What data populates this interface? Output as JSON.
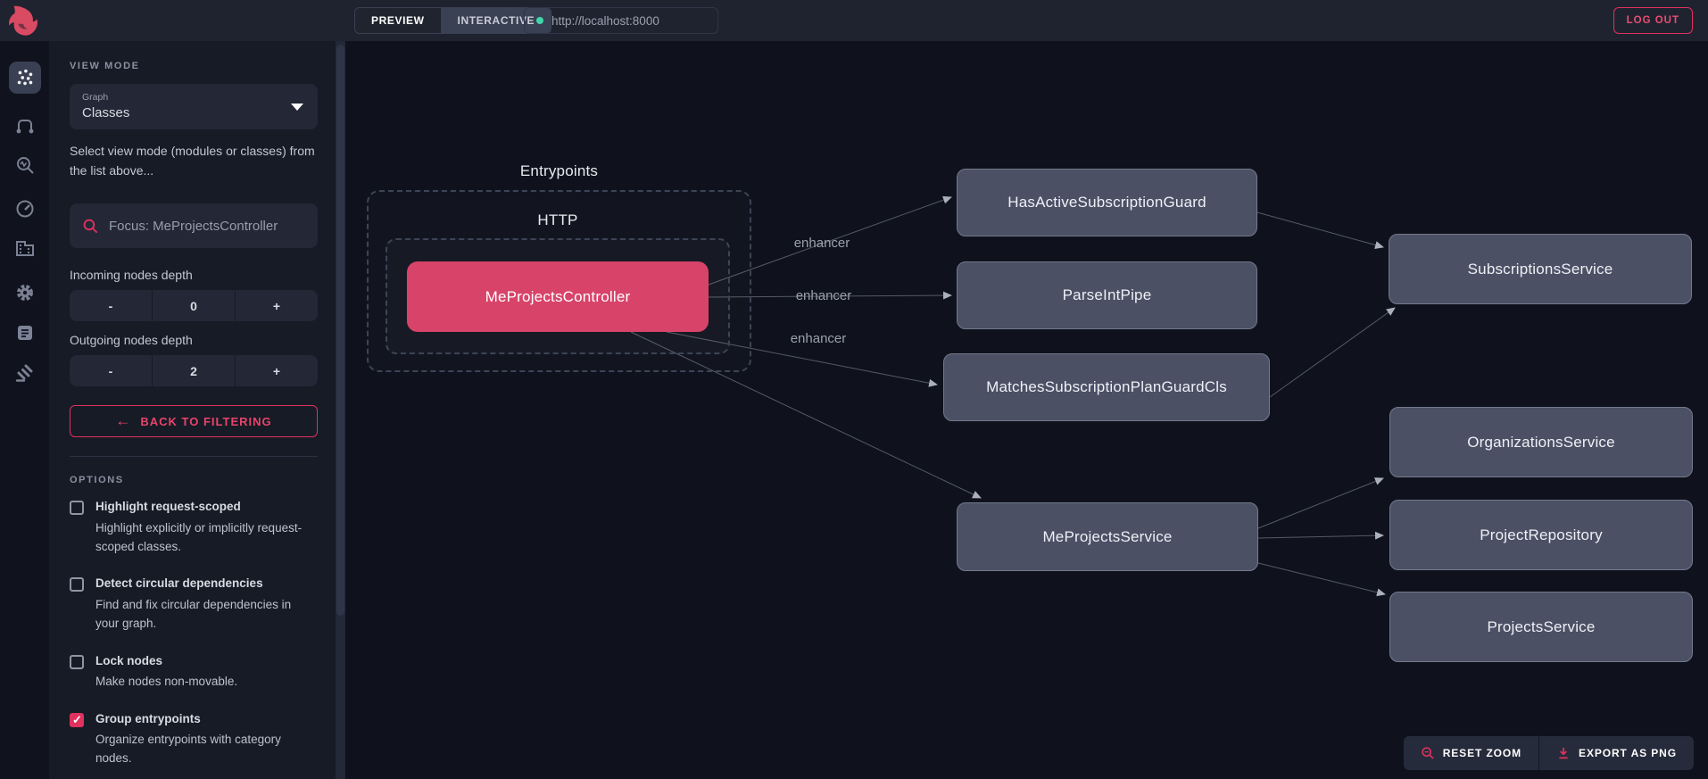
{
  "topbar": {
    "tabs": [
      {
        "label": "PREVIEW",
        "active": false
      },
      {
        "label": "INTERACTIVE",
        "active": true
      }
    ],
    "url": "http://localhost:8000",
    "logout_label": "LOG OUT"
  },
  "rail": {
    "items": [
      "graph-view",
      "edges-view",
      "inspect",
      "performance",
      "organization",
      "settings",
      "logs",
      "tools"
    ]
  },
  "panel": {
    "view_mode": {
      "section_title": "VIEW MODE",
      "dropdown_label": "Graph",
      "dropdown_value": "Classes",
      "helper": "Select view mode (modules or classes) from the list above..."
    },
    "focus": {
      "value": "Focus: MeProjectsController"
    },
    "incoming": {
      "label": "Incoming nodes depth",
      "minus": "-",
      "value": "0",
      "plus": "+"
    },
    "outgoing": {
      "label": "Outgoing nodes depth",
      "minus": "-",
      "value": "2",
      "plus": "+"
    },
    "back_button": {
      "icon": "←",
      "label": "BACK TO FILTERING"
    },
    "options": {
      "section_title": "OPTIONS",
      "items": [
        {
          "title": "Highlight request-scoped",
          "desc": "Highlight explicitly or implicitly request-scoped classes.",
          "checked": false
        },
        {
          "title": "Detect circular dependencies",
          "desc": "Find and fix circular dependencies in your graph.",
          "checked": false
        },
        {
          "title": "Lock nodes",
          "desc": "Make nodes non-movable.",
          "checked": false
        },
        {
          "title": "Group entrypoints",
          "desc": "Organize entrypoints with category nodes.",
          "checked": true
        }
      ]
    }
  },
  "graph": {
    "group_labels": {
      "outer": "Entrypoints",
      "inner": "HTTP"
    },
    "nodes": [
      {
        "label": "MeProjectsController",
        "type": "entrypoint"
      },
      {
        "label": "HasActiveSubscriptionGuard",
        "type": "class"
      },
      {
        "label": "ParseIntPipe",
        "type": "class"
      },
      {
        "label": "MatchesSubscriptionPlanGuardCls",
        "type": "class"
      },
      {
        "label": "MeProjectsService",
        "type": "class"
      },
      {
        "label": "SubscriptionsService",
        "type": "class"
      },
      {
        "label": "OrganizationsService",
        "type": "class"
      },
      {
        "label": "ProjectRepository",
        "type": "class"
      },
      {
        "label": "ProjectsService",
        "type": "class"
      }
    ],
    "edges": [
      {
        "from": "MeProjectsController",
        "to": "HasActiveSubscriptionGuard",
        "label": "enhancer"
      },
      {
        "from": "MeProjectsController",
        "to": "ParseIntPipe",
        "label": "enhancer"
      },
      {
        "from": "MeProjectsController",
        "to": "MatchesSubscriptionPlanGuardCls",
        "label": "enhancer"
      },
      {
        "from": "MeProjectsController",
        "to": "MeProjectsService",
        "label": ""
      },
      {
        "from": "HasActiveSubscriptionGuard",
        "to": "SubscriptionsService",
        "label": ""
      },
      {
        "from": "MatchesSubscriptionPlanGuardCls",
        "to": "SubscriptionsService",
        "label": ""
      },
      {
        "from": "MeProjectsService",
        "to": "OrganizationsService",
        "label": ""
      },
      {
        "from": "MeProjectsService",
        "to": "ProjectRepository",
        "label": ""
      },
      {
        "from": "MeProjectsService",
        "to": "ProjectsService",
        "label": ""
      }
    ],
    "edge_labels": [
      "enhancer",
      "enhancer",
      "enhancer"
    ]
  },
  "canvas_controls": {
    "reset_zoom": "RESET ZOOM",
    "export_png": "EXPORT AS PNG"
  },
  "colors": {
    "accent_pink": "#e0315f",
    "entry_node": "#d8436a",
    "class_node": "#4b5065",
    "url_status_dot": "#41d6a8",
    "canvas_bg": "#0f121c"
  }
}
